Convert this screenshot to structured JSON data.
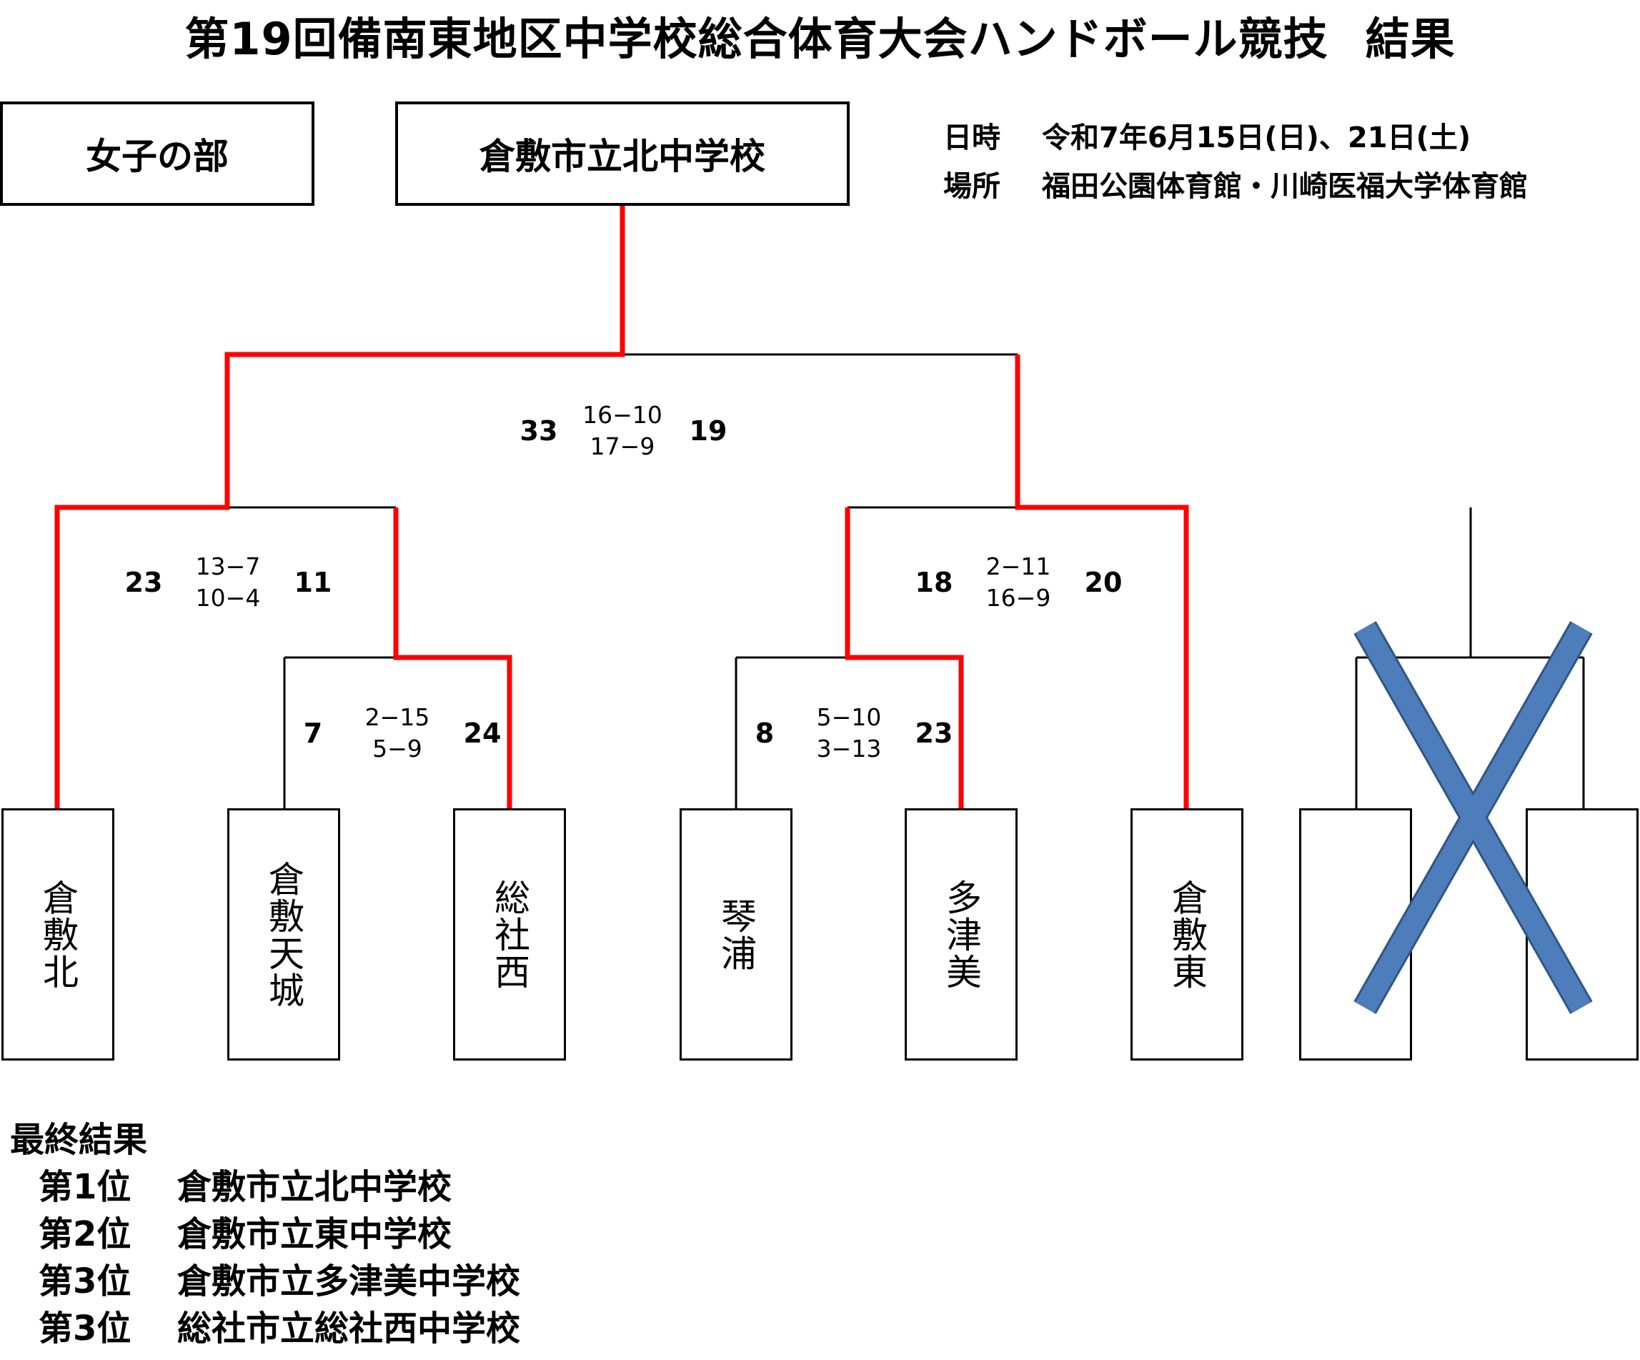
{
  "title_main": "第19回備南東地区中学校総合体育大会ハンドボール競技",
  "title_suffix": "結果",
  "division": "女子の部",
  "champion": "倉敷市立北中学校",
  "info": {
    "date_label": "日時",
    "date_value": "令和7年6月15日(日)、21日(土)",
    "place_label": "場所",
    "place_value": "福田公園体育館・川崎医福大学体育館"
  },
  "teams": [
    "倉敷北",
    "倉敷天城",
    "総社西",
    "琴浦",
    "多津美",
    "倉敷東",
    "",
    ""
  ],
  "matches": {
    "final": {
      "left": "33",
      "right": "19",
      "first_half": "16−10",
      "second_half": "17−9"
    },
    "semi_left": {
      "left": "23",
      "right": "11",
      "first_half": "13−7",
      "second_half": "10−4"
    },
    "semi_right": {
      "left": "18",
      "right": "20",
      "first_half": "2−11",
      "second_half": "16−9"
    },
    "qf_left": {
      "left": "7",
      "right": "24",
      "first_half": "2−15",
      "second_half": "5−9"
    },
    "qf_right": {
      "left": "8",
      "right": "23",
      "first_half": "5−10",
      "second_half": "3−13"
    }
  },
  "colors": {
    "winner_line": "#ff0000",
    "bracket_line": "#000000",
    "cancel_mark": "#4e7dbb",
    "cancel_mark_border": "#2f5685"
  },
  "final_results": {
    "heading": "最終結果",
    "rows": [
      {
        "place": "第1位",
        "school": "倉敷市立北中学校"
      },
      {
        "place": "第2位",
        "school": "倉敷市立東中学校"
      },
      {
        "place": "第3位",
        "school": "倉敷市立多津美中学校"
      },
      {
        "place": "第3位",
        "school": "総社市立総社西中学校"
      }
    ]
  }
}
